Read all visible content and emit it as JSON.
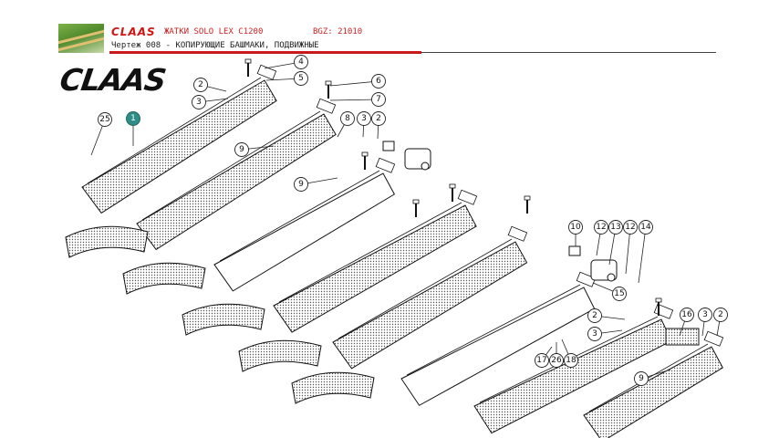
{
  "header": {
    "brand": "CLAAS",
    "title": "ЖАТКИ SOLO LEX C1200",
    "bgz": "BGZ: 21010",
    "subtitle": "Чертеж 008 - КОПИРУЮЩИЕ БАШМАКИ, ПОДВИЖНЫЕ"
  },
  "logo": "CLAAS",
  "colors": {
    "brand_red": "#c81a1a",
    "callout_highlight": "#2f8f88"
  },
  "callouts": [
    "1",
    "2",
    "3",
    "4",
    "5",
    "6",
    "7",
    "8",
    "9",
    "10",
    "12",
    "13",
    "14",
    "15",
    "16",
    "17",
    "18",
    "25",
    "26"
  ]
}
